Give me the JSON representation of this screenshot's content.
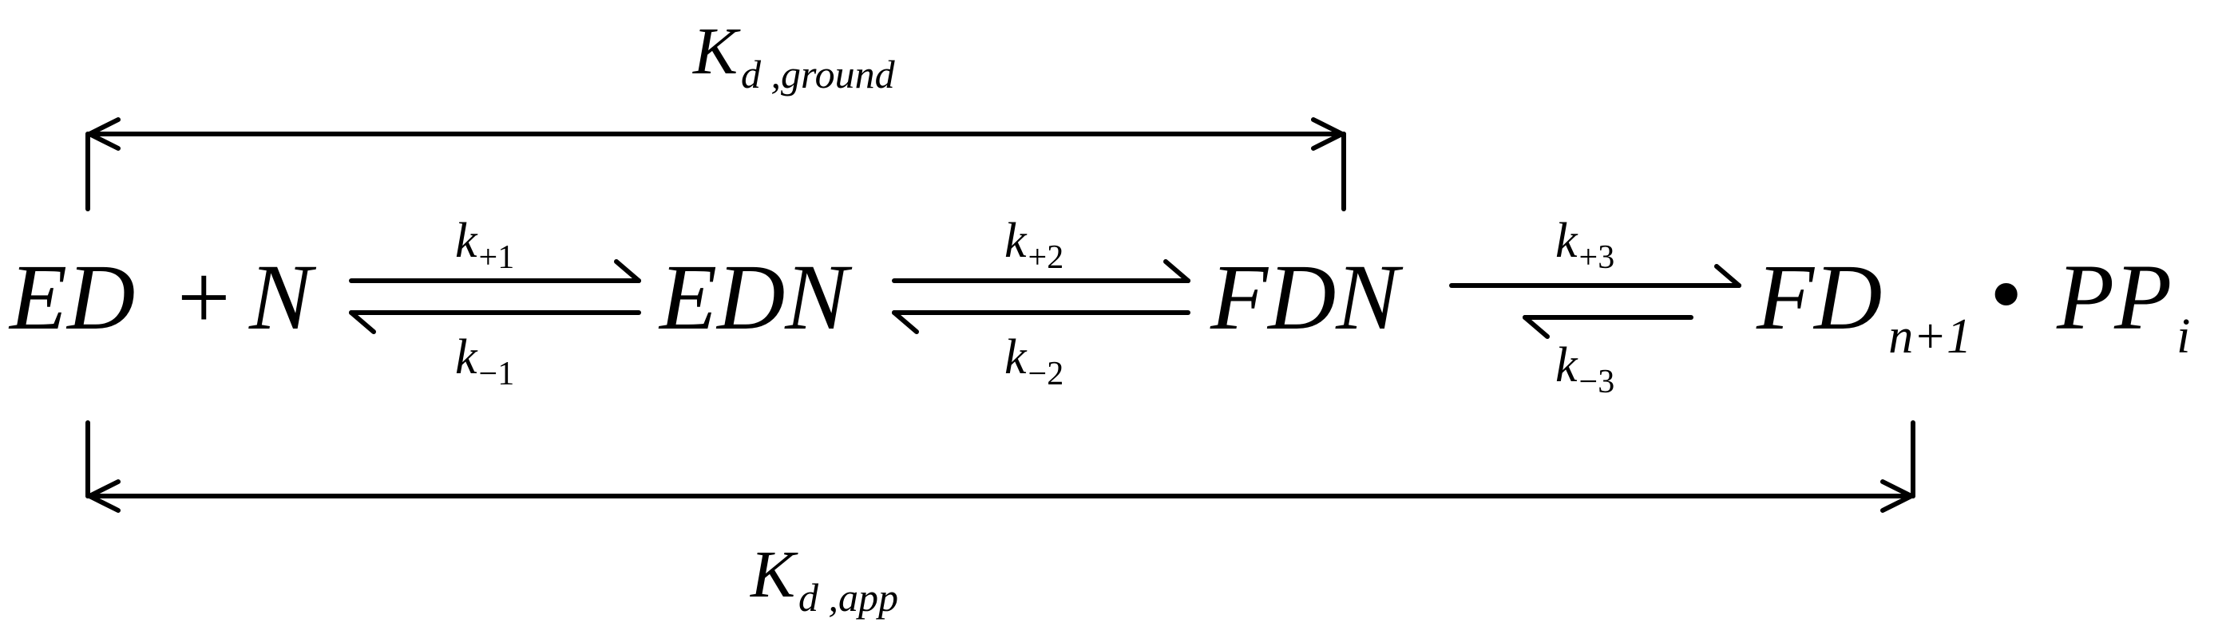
{
  "colors": {
    "ink": "#000000",
    "background": "#ffffff"
  },
  "species": {
    "ed": "ED",
    "plus": "+",
    "n": "N",
    "edn": "EDN",
    "fdn": "FDN",
    "fd": "FD",
    "fd_sub": "n+1",
    "dot": "•",
    "pp": "PP",
    "pp_sub": "i"
  },
  "rates": {
    "k1_fwd": {
      "base": "k",
      "sub": "+1"
    },
    "k1_rev": {
      "base": "k",
      "sub": "−1"
    },
    "k2_fwd": {
      "base": "k",
      "sub": "+2"
    },
    "k2_rev": {
      "base": "k",
      "sub": "−2"
    },
    "k3_fwd": {
      "base": "k",
      "sub": "+3"
    },
    "k3_rev": {
      "base": "k",
      "sub": "−3"
    }
  },
  "constants": {
    "kd_ground": {
      "base": "K",
      "sub": "d ,ground"
    },
    "kd_app": {
      "base": "K",
      "sub": "d ,app"
    }
  }
}
